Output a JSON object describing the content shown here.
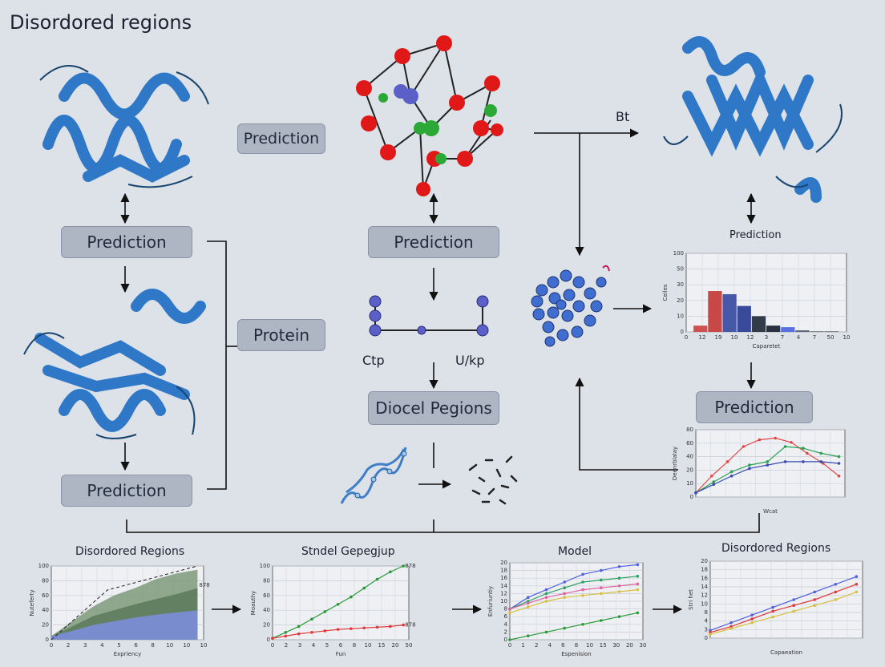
{
  "title": "Disordored regions",
  "boxes": {
    "pred1": "Prediction",
    "protein": "Protein",
    "pred_mid": "Prediction",
    "pred3": "Prediction",
    "diocel": "Diocel Pegions",
    "pred_right": "Prediction",
    "pred_top": "Prediction"
  },
  "labels": {
    "bt": "Bt",
    "ctp": "Ctp",
    "uikp": "U/kp",
    "pred_small": "Prediction"
  },
  "colors": {
    "ribbon": "#2f78c8",
    "atom_red": "#e01818",
    "atom_green": "#2ba836",
    "atom_blue": "#5a60c8",
    "box_bg": "#aeb6c4"
  },
  "icons": [
    "protein-ribbon-icon",
    "molecule-graph-icon",
    "protein-globule-icon",
    "disordered-chain-icon"
  ],
  "chart_data": [
    {
      "type": "bar",
      "ylabel": "Ceiles",
      "xlabel": "Caparetet",
      "ylim": [
        0,
        100
      ],
      "y_ticks": [
        "0",
        "10",
        "20",
        "30",
        "50",
        "100"
      ],
      "categories": [
        "0",
        "12",
        "19",
        "10",
        "12",
        "3",
        "7",
        "4",
        "7",
        "50",
        "10"
      ],
      "values": [
        8,
        52,
        48,
        33,
        20,
        8,
        6,
        2,
        1,
        1
      ],
      "bar_colors": [
        "#d05050",
        "#c84848",
        "#4858a8",
        "#3a4a9a",
        "#333a48",
        "#2a3040",
        "#5a70e0",
        "#5a6878",
        "#888",
        "#888"
      ]
    },
    {
      "type": "line",
      "ylabel": "Deenrblalay",
      "xlabel": "Wcat",
      "ylim": [
        0,
        80
      ],
      "y_ticks": [
        "0",
        "10",
        "20",
        "40",
        "60",
        "80"
      ],
      "series": [
        {
          "color": "#e04848",
          "values": [
            5,
            25,
            42,
            60,
            68,
            70,
            65,
            52,
            40,
            25
          ]
        },
        {
          "color": "#2aa050",
          "values": [
            5,
            18,
            30,
            38,
            42,
            60,
            58,
            52,
            48
          ]
        },
        {
          "color": "#3848b0",
          "values": [
            5,
            15,
            25,
            34,
            38,
            42,
            42,
            42,
            40
          ]
        }
      ]
    },
    {
      "type": "area",
      "title": "Disordored Regions",
      "ylabel": "Nuteferty",
      "xlabel": "Expriency",
      "ylim": [
        0,
        100
      ],
      "y_ticks": [
        "0",
        "20",
        "40",
        "60",
        "80",
        "100"
      ],
      "x_ticks": [
        "0",
        "2",
        "3",
        "4",
        "5",
        "6",
        "8",
        "10",
        "10",
        "10"
      ],
      "end_label": "878",
      "series": [
        {
          "color": "#7d9a7a",
          "values": [
            5,
            25,
            45,
            60,
            70,
            82,
            90,
            95
          ]
        },
        {
          "color": "#5c7a5a",
          "values": [
            5,
            18,
            32,
            40,
            48,
            55,
            62,
            70
          ]
        },
        {
          "color": "#7c8ee0",
          "values": [
            5,
            12,
            20,
            25,
            30,
            34,
            37,
            40
          ]
        }
      ]
    },
    {
      "type": "line",
      "title": "Stndel Gepegjup",
      "ylabel": "Moauthy",
      "xlabel": "Fun",
      "ylim": [
        0,
        100
      ],
      "y_ticks": [
        "0",
        "20",
        "40",
        "60",
        "80",
        "100"
      ],
      "x_ticks": [
        "0",
        "2",
        "3",
        "4",
        "5",
        "6",
        "8",
        "10",
        "15",
        "20",
        "50"
      ],
      "end_labels": [
        "878",
        "878"
      ],
      "series": [
        {
          "color": "#2a9a38",
          "values": [
            2,
            10,
            18,
            28,
            38,
            48,
            58,
            70,
            82,
            92,
            100
          ]
        },
        {
          "color": "#e03838",
          "values": [
            2,
            5,
            8,
            10,
            12,
            14,
            15,
            16,
            17,
            18,
            20
          ]
        }
      ]
    },
    {
      "type": "line",
      "title": "Model",
      "ylabel": "Enfuriuntiy",
      "xlabel": "Espenision",
      "ylim": [
        0,
        20
      ],
      "y_ticks": [
        "0",
        "2",
        "4",
        "6",
        "8",
        "10",
        "12",
        "14",
        "16",
        "18",
        "20"
      ],
      "x_ticks": [
        "0",
        "1",
        "2",
        "4",
        "6",
        "8",
        "10",
        "15",
        "30",
        "20",
        "30"
      ],
      "series": [
        {
          "color": "#5060e0",
          "values": [
            8,
            11,
            13,
            15,
            17,
            18,
            19,
            19.5
          ]
        },
        {
          "color": "#2aa060",
          "values": [
            8,
            10,
            12,
            13.5,
            15,
            15.5,
            16,
            16.5
          ]
        },
        {
          "color": "#e060a0",
          "values": [
            8,
            9.5,
            11,
            12,
            13,
            13.5,
            14,
            14.5
          ]
        },
        {
          "color": "#d8c040",
          "values": [
            7,
            8.5,
            10,
            11,
            11.5,
            12,
            12.5,
            13
          ]
        },
        {
          "color": "#2a9a38",
          "values": [
            0,
            1,
            2,
            3,
            4,
            5,
            6,
            7
          ]
        }
      ]
    },
    {
      "type": "line",
      "title": "Disordored Regions",
      "ylabel": "Stri het",
      "xlabel": "Capaeation",
      "ylim": [
        0,
        20
      ],
      "y_ticks": [
        "0",
        "3",
        "4",
        "8",
        "10",
        "12",
        "14",
        "16",
        "18",
        "20"
      ],
      "series": [
        {
          "color": "#5060e0",
          "values": [
            2,
            4,
            6,
            8,
            10,
            12,
            14,
            16
          ]
        },
        {
          "color": "#e03838",
          "values": [
            1.5,
            3,
            5,
            7,
            8.5,
            10,
            12,
            14
          ]
        },
        {
          "color": "#d8c040",
          "values": [
            1,
            2.5,
            4,
            5.5,
            7,
            8.5,
            10,
            12
          ]
        }
      ]
    }
  ]
}
